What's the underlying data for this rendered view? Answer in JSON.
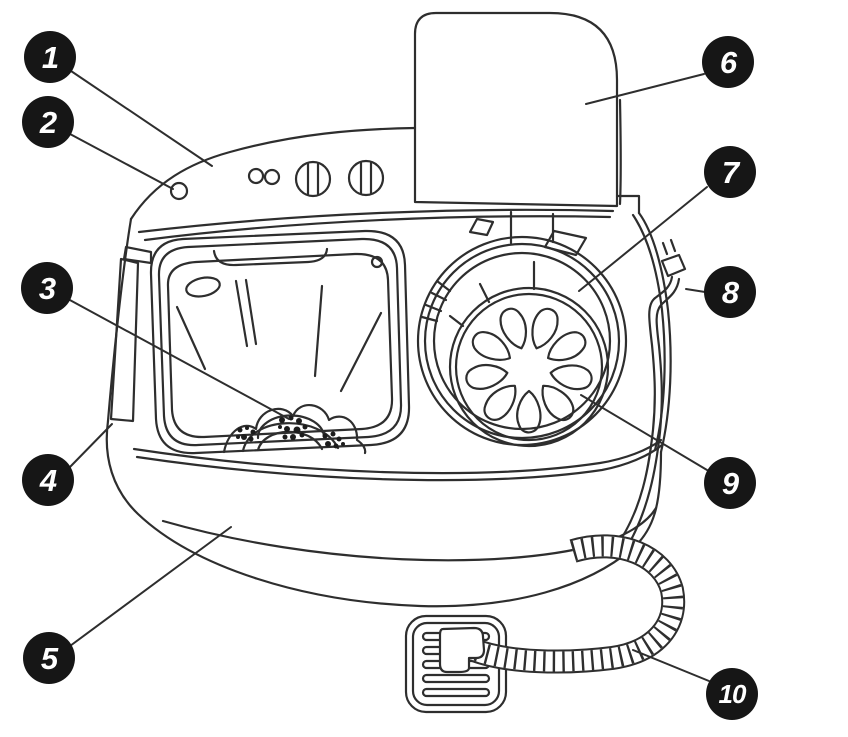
{
  "diagram": {
    "type": "labeled-parts-diagram",
    "figure": "twin-tub washing machine line drawing",
    "colors": {
      "line": "#2e2e2e",
      "callout_bg": "#161616",
      "callout_text": "#ffffff",
      "background": "#ffffff"
    },
    "callouts": [
      {
        "id": 1,
        "label": "1"
      },
      {
        "id": 2,
        "label": "2"
      },
      {
        "id": 3,
        "label": "3"
      },
      {
        "id": 4,
        "label": "4"
      },
      {
        "id": 5,
        "label": "5"
      },
      {
        "id": 6,
        "label": "6"
      },
      {
        "id": 7,
        "label": "7"
      },
      {
        "id": 8,
        "label": "8"
      },
      {
        "id": 9,
        "label": "9"
      },
      {
        "id": 10,
        "label": "10"
      }
    ]
  }
}
